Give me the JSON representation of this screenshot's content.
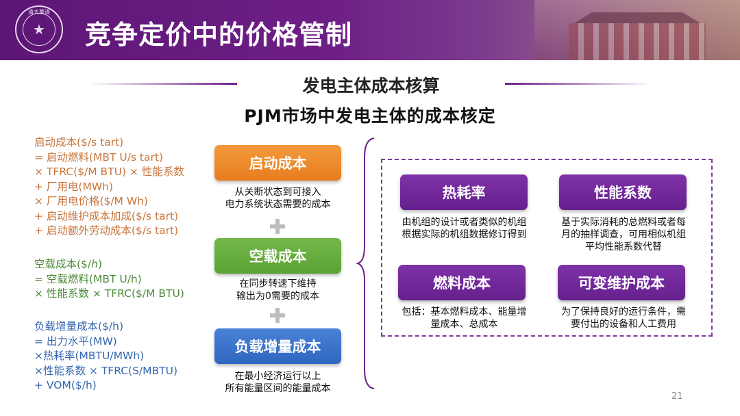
{
  "header": {
    "title": "竞争定价中的价格管制",
    "logo_text": "清大華清"
  },
  "section_title": "发电主体成本核算",
  "subtitle": "PJM市场中发电主体的成本核定",
  "formulas": {
    "startup": [
      "启动成本($/s tart)",
      "= 启动燃料(MBT U/s tart)",
      "× TFRC($/M BTU) × 性能系数",
      "+ 厂用电(MWh)",
      "× 厂用电价格($/M Wh)",
      "+ 启动维护成本加成($/s tart)",
      "+ 启动额外劳动成本($/s tart)"
    ],
    "idle": [
      "空载成本($/ℎ)",
      "= 空载燃料(MBT U/h)",
      "× 性能系数 × TFRC($/M BTU)"
    ],
    "load": [
      "负载增量成本($/h)",
      "= 出力水平(MW)",
      "×热耗率(MBTU/MWh)",
      "×性能系数 × TFRC(S/MBTU)",
      "+ VOM($/h)"
    ]
  },
  "flow": {
    "startup": {
      "label": "启动成本",
      "desc": [
        "从关断状态到可接入",
        "电力系统状态需要的成本"
      ]
    },
    "idle": {
      "label": "空载成本",
      "desc": [
        "在同步转速下维持",
        "输出为0需要的成本"
      ]
    },
    "load": {
      "label": "负载增量成本",
      "desc": [
        "在最小经济运行以上",
        "所有能量区间的能量成本"
      ]
    }
  },
  "panel": {
    "heat_rate": {
      "label": "热耗率",
      "desc": [
        "由机组的设计或者类似的机组",
        "根据实际的机组数据修订得到"
      ]
    },
    "perf_factor": {
      "label": "性能系数",
      "desc": [
        "基于实际消耗的总燃料或者每",
        "月的抽样调查，可用相似机组",
        "平均性能系数代替"
      ]
    },
    "fuel_cost": {
      "label": "燃料成本",
      "desc": [
        "包括：基本燃料成本、能量增",
        "量成本、总成本"
      ]
    },
    "var_maint": {
      "label": "可变维护成本",
      "desc": [
        "为了保持良好的运行条件，需",
        "要付出的设备和人工费用"
      ]
    }
  },
  "page_number": "21",
  "colors": {
    "header": "#6e1f86",
    "orange": "#e77d1e",
    "green": "#5ba234",
    "blue": "#2f66bf",
    "purple": "#66208e"
  }
}
